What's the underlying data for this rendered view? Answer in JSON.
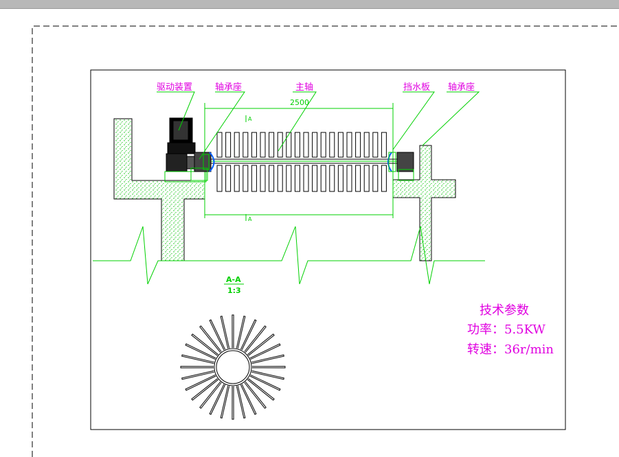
{
  "labels": {
    "drive": "驱动装置",
    "bearing_left": "轴承座",
    "main_shaft": "主轴",
    "baffle": "挡水板",
    "bearing_right": "轴承座",
    "dimension": "2500",
    "section_mark_top": "A",
    "section_mark_bottom": "A",
    "section_title": "A-A",
    "section_scale": "1:3"
  },
  "specs": {
    "title": "技术参数",
    "power": "功率：5.5KW",
    "speed": "转速：36r/min"
  },
  "colors": {
    "annotation": "#e000e0",
    "outline": "#00d000",
    "hatch": "#00c000",
    "drawing": "#000000",
    "accent_blue": "#0060ff"
  }
}
